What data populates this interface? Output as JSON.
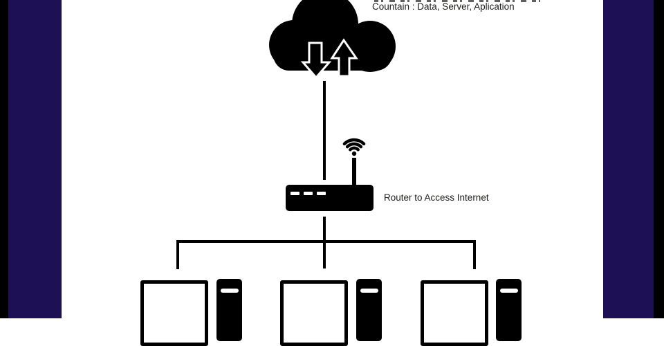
{
  "cloud": {
    "caption": "Countain : Data, Server, Aplication"
  },
  "router": {
    "caption": "Router to Access Internet"
  },
  "icons": {
    "cloud": "cloud-icon",
    "download_arrow": "download-arrow-icon",
    "upload_arrow": "upload-arrow-icon",
    "wifi": "wifi-signal-icon",
    "antenna": "antenna-icon",
    "router": "router-icon",
    "monitor": "monitor-icon",
    "tower": "computer-tower-icon"
  },
  "colors": {
    "ink": "#000000",
    "background": "#ffffff",
    "frame_outer_black": "#000000",
    "frame_inner_purple": "#1e1054",
    "caption_text": "#1d1d1b"
  },
  "computers": {
    "count": 3
  }
}
